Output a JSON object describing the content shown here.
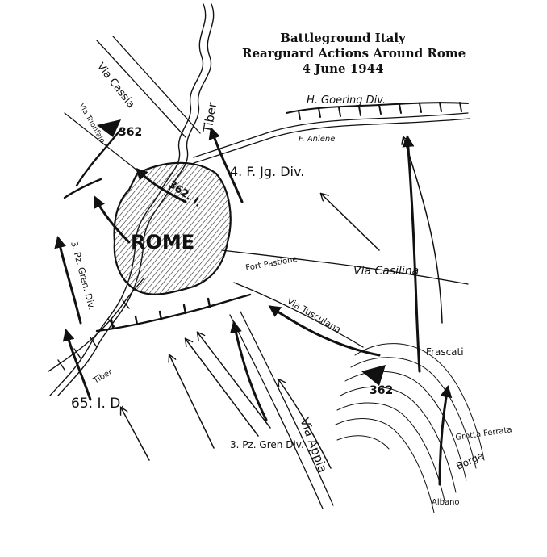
{
  "title": {
    "line1": "Battleground Italy",
    "line2": "Rearguard Actions Around Rome",
    "line3": "4 June 1944"
  },
  "labels": {
    "via_cassia": "Via Cassia",
    "via_trionfale": "Via Trionfale",
    "tiber_north": "Tiber",
    "tiber_south": "Tiber",
    "h_goering": "H. Goering Div.",
    "aniene": "F. Aniene",
    "fj_div": "4. F. Jg. Div.",
    "div_362_north": "362",
    "div_362_city": "362. I.",
    "div_362_frascati": "362",
    "rome": "ROME",
    "pz_gren_west": "3. Pz. Gren. Div.",
    "fort_pastione": "Fort Pastione",
    "via_casilina": "Via Casilina",
    "via_tusculana": "Via Tusculana",
    "frascati": "Frascati",
    "grotta_ferrata": "Grotta Ferrata",
    "borge": "Borge",
    "albano": "Albano",
    "id_65": "65. I. D.",
    "pz_gren_south": "3. Pz. Gren Div.",
    "via_appia": "Via Appia"
  },
  "colors": {
    "ink": "#111111",
    "paper": "#ffffff",
    "hatch": "#333333"
  }
}
